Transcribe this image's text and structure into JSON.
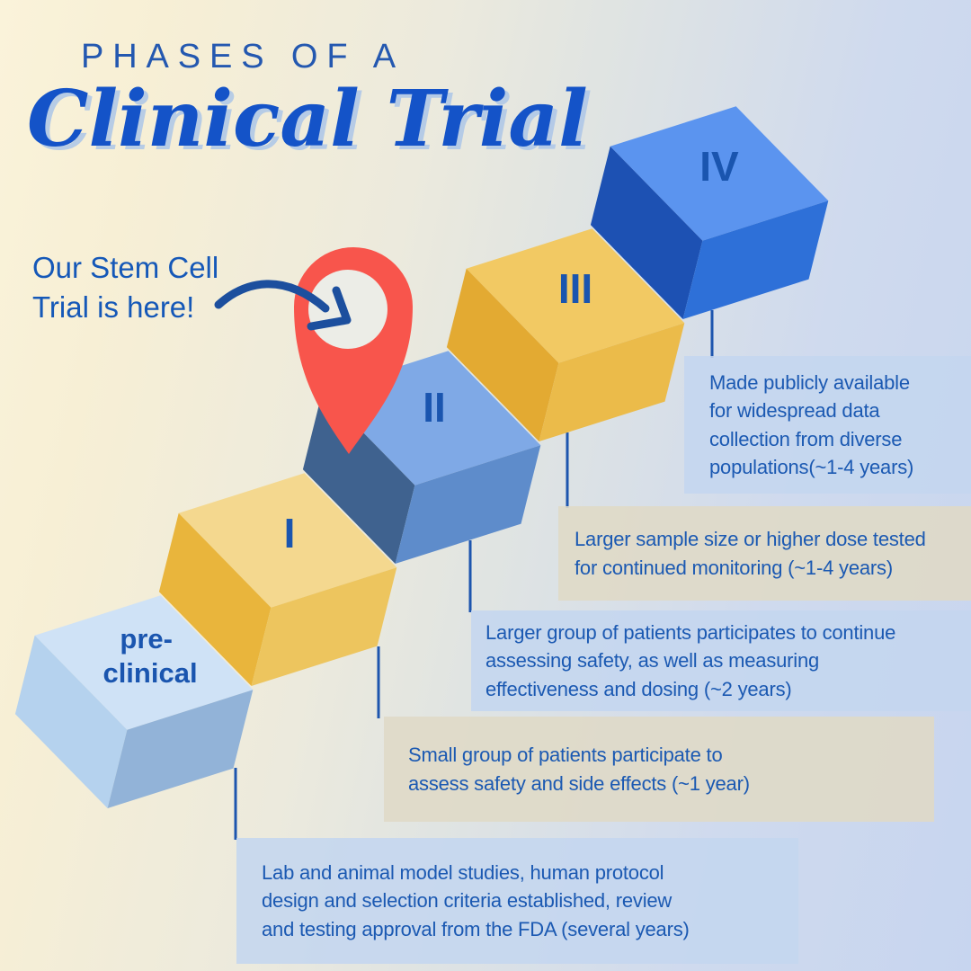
{
  "title": {
    "kicker": "PHASES OF A",
    "main": "Clinical Trial"
  },
  "callout": {
    "text": "Our Stem Cell\nTrial is here!"
  },
  "phases": [
    {
      "name": "pre-clinical",
      "cube_label_line1": "pre-",
      "cube_label_line2": "clinical",
      "description": "Lab and animal model studies, human protocol\ndesign and selection criteria established, review\nand testing approval from the FDA (several years)"
    },
    {
      "name": "Phase I",
      "cube_label": "I",
      "description": "Small group of patients participate to\nassess safety and side effects (~1 year)"
    },
    {
      "name": "Phase II",
      "cube_label": "II",
      "description": "Larger group of patients participates to continue\nassessing safety, as well as measuring\neffectiveness and dosing (~2 years)"
    },
    {
      "name": "Phase III",
      "cube_label": "III",
      "description": "Larger sample size or higher dose tested\nfor continued monitoring (~1-4 years)"
    },
    {
      "name": "Phase IV",
      "cube_label": "IV",
      "description": "Made publicly available\nfor widespread data\ncollection from diverse\npopulations(~1-4 years)"
    }
  ],
  "colors": {
    "text_blue": "#1a55af",
    "body_text_blue": "#1b59b2",
    "kicker_blue": "#2458b0",
    "script_blue": "#1453c8",
    "arrow_blue": "#1c4f9e",
    "line_blue": "#1d55ae",
    "pin_red": "#f8554c",
    "pin_hole": "#ecede7",
    "box_blue": "#c4d6ef",
    "box_beige": "#dfdac6",
    "cube_pre": {
      "top": "#cfe2f6",
      "left": "#b5d2ee",
      "right": "#92b3d8"
    },
    "cube_1": {
      "top": "#f4d88f",
      "left": "#e9b53c",
      "right": "#edc55e"
    },
    "cube_2": {
      "top": "#7fa9e6",
      "left": "#3f628f",
      "right": "#5e8ccb"
    },
    "cube_3": {
      "top": "#f2c963",
      "left": "#e3aa32",
      "right": "#ebbb4a"
    },
    "cube_4": {
      "top": "#5b94ef",
      "left": "#1d51b3",
      "right": "#2e70d8"
    }
  }
}
